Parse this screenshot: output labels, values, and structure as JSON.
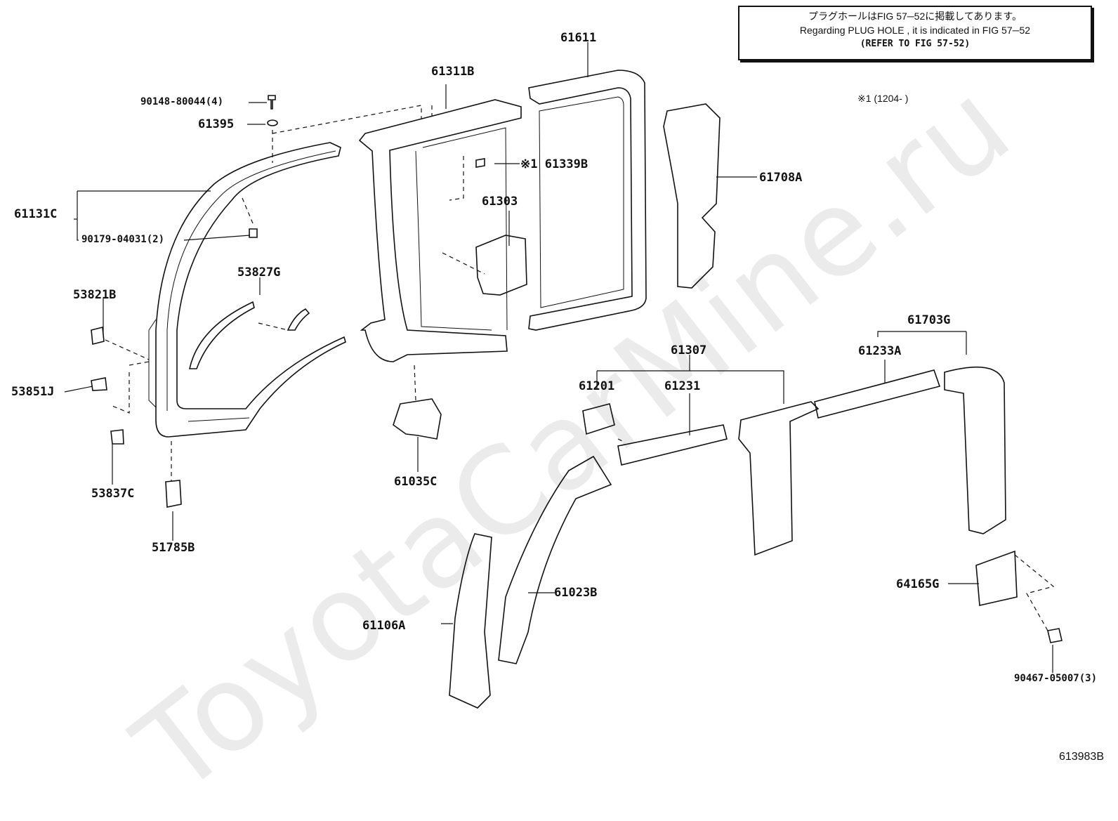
{
  "watermark": "ToyotaCarMine.ru",
  "note": {
    "line1": "プラグホールはFIG 57─52に掲載してあります。",
    "line2": "Regarding  PLUG  HOLE , it is indicated in FIG  57─52",
    "line3": "(REFER TO FIG 57-52)"
  },
  "applicability_note": "※1 (1204-        )",
  "diagram_id": "613983B",
  "parts": {
    "p61611": "61611",
    "p61311B": "61311B",
    "p90148": "90148-80044(4)",
    "p61395": "61395",
    "p61339B": "※1 61339B",
    "p61303": "61303",
    "p61708A": "61708A",
    "p61131C": "61131C",
    "p90179": "90179-04031(2)",
    "p53827G": "53827G",
    "p53821B": "53821B",
    "p53851J": "53851J",
    "p53837C": "53837C",
    "p51785B": "51785B",
    "p61035C": "61035C",
    "p61703G": "61703G",
    "p61307": "61307",
    "p61233A": "61233A",
    "p61201": "61201",
    "p61231": "61231",
    "p61023B": "61023B",
    "p61106A": "61106A",
    "p64165G": "64165G",
    "p90467": "90467-05007(3)"
  }
}
